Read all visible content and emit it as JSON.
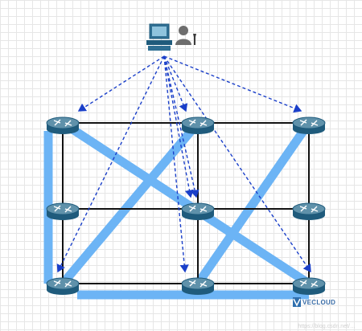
{
  "logo": {
    "text": "VECLOUD"
  },
  "watermark": {
    "text": "https://blog.csdn.net/…"
  },
  "diagram": {
    "type": "network-topology",
    "nodes": [
      {
        "id": "r1",
        "kind": "router"
      },
      {
        "id": "r2",
        "kind": "router"
      },
      {
        "id": "r3",
        "kind": "router"
      },
      {
        "id": "r4",
        "kind": "router"
      },
      {
        "id": "r5",
        "kind": "router"
      },
      {
        "id": "r6",
        "kind": "router"
      },
      {
        "id": "r7",
        "kind": "router"
      },
      {
        "id": "r8",
        "kind": "router"
      },
      {
        "id": "r9",
        "kind": "router"
      },
      {
        "id": "controller",
        "kind": "workstation-admin"
      }
    ],
    "links": [
      [
        "r1",
        "r2"
      ],
      [
        "r2",
        "r3"
      ],
      [
        "r4",
        "r5"
      ],
      [
        "r5",
        "r6"
      ],
      [
        "r7",
        "r8"
      ],
      [
        "r8",
        "r9"
      ],
      [
        "r1",
        "r4"
      ],
      [
        "r4",
        "r7"
      ],
      [
        "r2",
        "r5"
      ],
      [
        "r5",
        "r8"
      ],
      [
        "r3",
        "r6"
      ],
      [
        "r6",
        "r9"
      ]
    ],
    "highlighted_paths": [
      [
        "r1",
        "r7"
      ],
      [
        "r7",
        "r9"
      ],
      [
        "r1",
        "r9"
      ],
      [
        "r2",
        "r7"
      ],
      [
        "r3",
        "r8"
      ]
    ],
    "control_links": [
      "r1",
      "r2",
      "r3",
      "r5",
      "r7",
      "r8",
      "r9"
    ],
    "colors": {
      "grid": "#e6e6e6",
      "link": "#111111",
      "highlight": "#6cb4f5",
      "control": "#1a3fc9",
      "router_top": "#5f91aa",
      "router_side": "#1f5b7c"
    }
  }
}
